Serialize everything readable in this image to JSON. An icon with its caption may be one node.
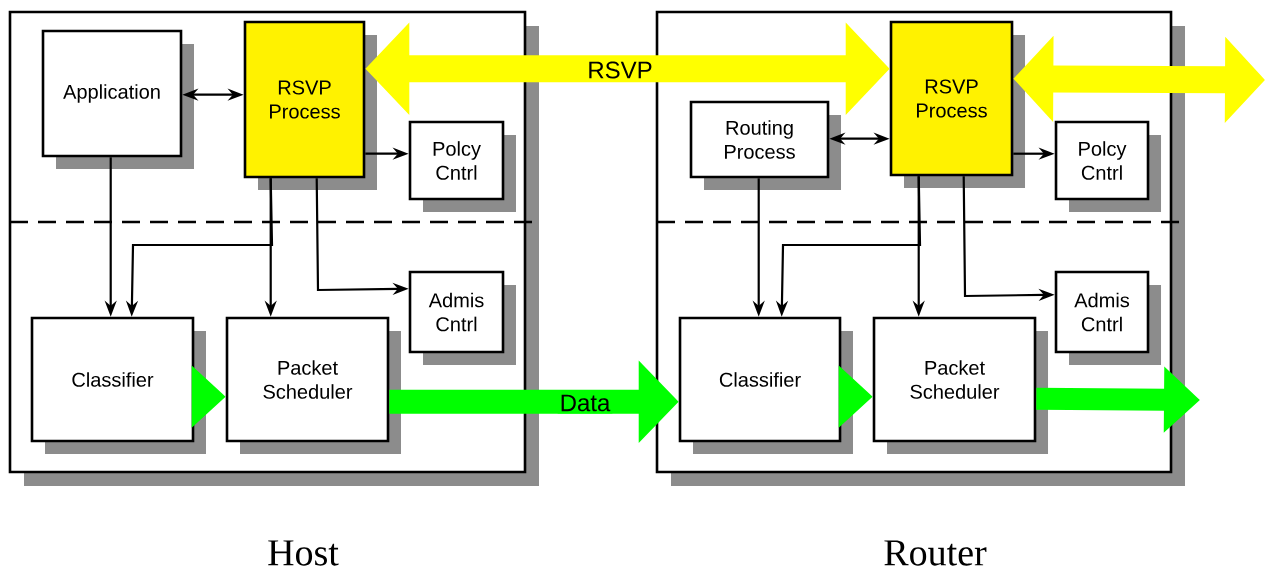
{
  "diagram": {
    "nodes": [
      {
        "text": [
          "Host"
        ]
      },
      {
        "text": [
          "Application"
        ],
        "in": 0
      },
      {
        "text": [
          "RSVP Process"
        ],
        "in": 0
      },
      {
        "text": [
          "Polcy Cntrl"
        ],
        "in": 0
      },
      {
        "text": [
          "Admis Cntrl"
        ],
        "in": 0
      },
      {
        "text": [
          "Classifier"
        ],
        "in": 0
      },
      {
        "text": [
          "Packet Scheduler"
        ],
        "in": 0
      },
      {
        "text": [
          "Router"
        ]
      },
      {
        "text": [
          "Routing Process"
        ],
        "in": 7
      },
      {
        "text": [
          "RSVP Process"
        ],
        "in": 7
      },
      {
        "text": [
          "Polcy Cntrl"
        ],
        "in": 7
      },
      {
        "text": [
          "Admis Cntrl"
        ],
        "in": 7
      },
      {
        "text": [
          "Classifier"
        ],
        "in": 7
      },
      {
        "text": [
          "Packet Scheduler"
        ],
        "in": 7
      }
    ],
    "edges": [
      {
        "from": 1,
        "to": 2,
        "arrow": "both"
      },
      {
        "from": 2,
        "to": 3,
        "arrow": "to"
      },
      {
        "from": 2,
        "to": 4,
        "arrow": "to"
      },
      {
        "from": 2,
        "to": 6,
        "arrow": "to"
      },
      {
        "from": 2,
        "to": 5,
        "arrow": "to"
      },
      {
        "from": 1,
        "to": 5,
        "arrow": "to"
      },
      {
        "from": 5,
        "to": 6,
        "arrow": "to",
        "style": "thick",
        "color": "#00ff00"
      },
      {
        "from": 6,
        "to": 12,
        "arrow": "to",
        "label": "Data",
        "style": "thick",
        "color": "#00ff00"
      },
      {
        "from": 2,
        "to": 9,
        "arrow": "both",
        "label": "RSVP",
        "style": "thick",
        "color": "#ffff00"
      },
      {
        "from": 9,
        "to": null,
        "arrow": "both",
        "style": "thick",
        "color": "#ffff00"
      },
      {
        "from": 8,
        "to": 9,
        "arrow": "both"
      },
      {
        "from": 9,
        "to": 10,
        "arrow": "to"
      },
      {
        "from": 9,
        "to": 11,
        "arrow": "to"
      },
      {
        "from": 9,
        "to": 13,
        "arrow": "to"
      },
      {
        "from": 9,
        "to": 12,
        "arrow": "to"
      },
      {
        "from": 8,
        "to": 12,
        "arrow": "to"
      },
      {
        "from": 12,
        "to": 13,
        "arrow": "to",
        "style": "thick",
        "color": "#00ff00"
      },
      {
        "from": 13,
        "to": null,
        "arrow": "to",
        "style": "thick",
        "color": "#00ff00"
      }
    ]
  }
}
